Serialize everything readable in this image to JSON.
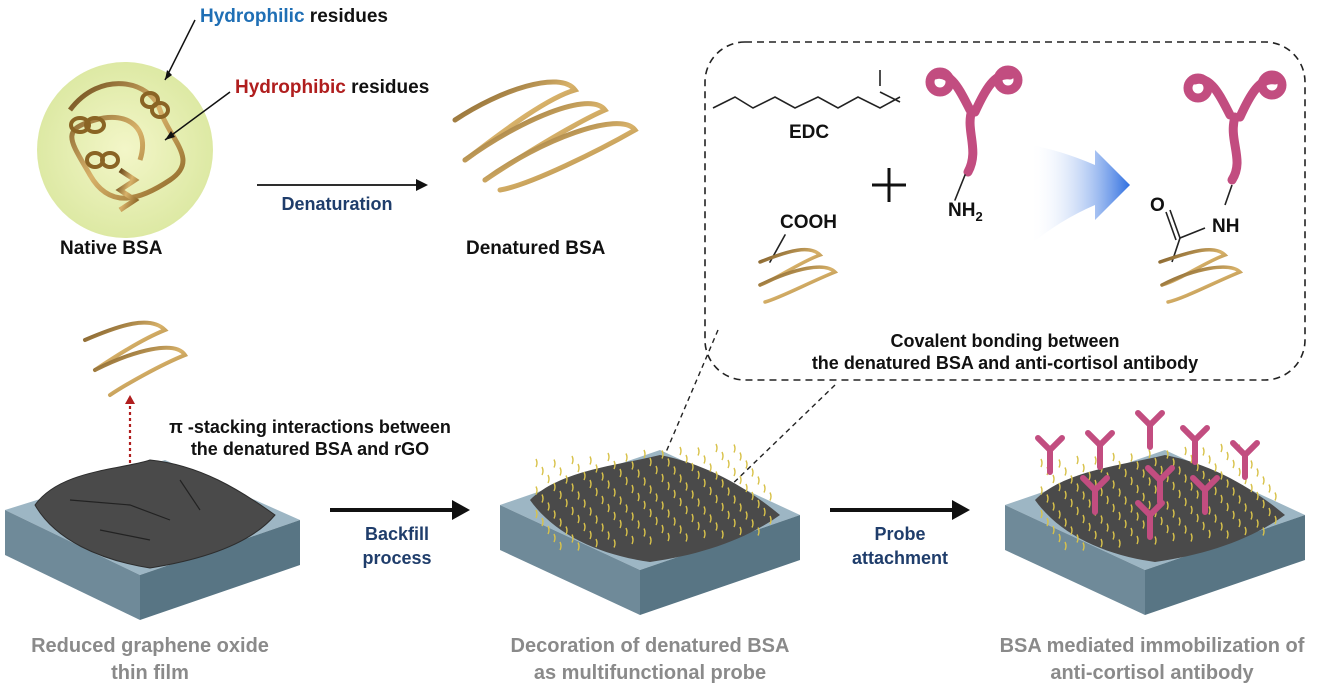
{
  "top": {
    "hydrophilic_word": "Hydrophilic",
    "hydrophilic_rest": " residues",
    "hydrophobic_word": "Hydrophibic",
    "hydrophobic_rest": " residues",
    "native_label": "Native BSA",
    "denaturation_label": "Denaturation",
    "denatured_label": "Denatured BSA"
  },
  "reaction_box": {
    "edc_label": "EDC",
    "cooh_label": "COOH",
    "nh2_main": "NH",
    "nh2_sub": "2",
    "o_label": "O",
    "nh_label": "NH",
    "caption_line1": "Covalent bonding between",
    "caption_line2": "the denatured BSA and anti-cortisol antibody"
  },
  "bottom": {
    "pi_line1": "π -stacking interactions between",
    "pi_line2": "the denatured BSA and rGO",
    "step1_line1": "Backfill",
    "step1_line2": "process",
    "step2_line1": "Probe",
    "step2_line2": "attachment",
    "caption1_line1": "Reduced graphene oxide",
    "caption1_line2": "thin film",
    "caption2_line1": "Decoration of denatured BSA",
    "caption2_line2": "as multifunctional probe",
    "caption3_line1": "BSA mediated immobilization of",
    "caption3_line2": "anti-cortisol antibody"
  },
  "colors": {
    "hydrophilic": "#1f6fb5",
    "hydrophobic": "#b01e1e",
    "protein_gold": "#b8893a",
    "antibody_pink": "#c24d80",
    "substrate_blue": "#8fa9b9",
    "graphene_gray": "#4a4a4a",
    "arrow_blue": "#2f6fe0"
  }
}
